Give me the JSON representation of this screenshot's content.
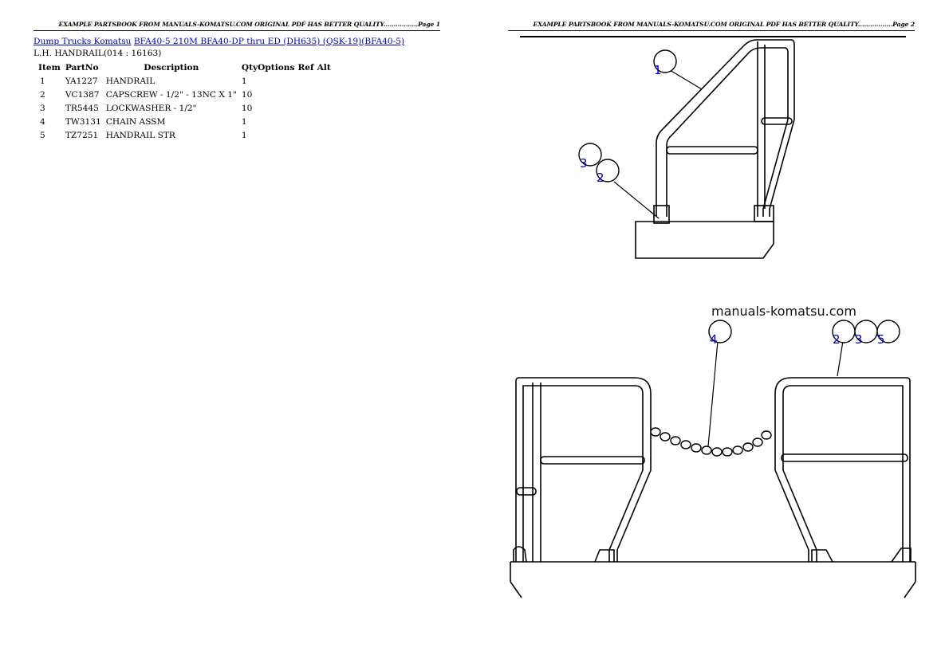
{
  "header": {
    "page1": "EXAMPLE PARTSBOOK FROM MANUALS-KOMATSU.COM ORIGINAL PDF HAS BETTER QUALITY.................Page 1",
    "page2": "EXAMPLE PARTSBOOK FROM MANUALS-KOMATSU.COM ORIGINAL PDF HAS BETTER QUALITY.................Page 2"
  },
  "breadcrumb": {
    "link1": "Dump Trucks Komatsu",
    "link2": "BFA40-5 210M BFA40-DP thru ED (DH635) (QSK-19)(BFA40-5)"
  },
  "subtitle": "L.H. HANDRAIL(014 : 16163)",
  "table": {
    "headers": [
      "Item",
      "PartNo",
      "Description",
      "Qty",
      "Options",
      "Ref",
      "Alt"
    ],
    "rows": [
      {
        "item": "1",
        "partno": "YA1227",
        "description": "HANDRAIL",
        "qty": "1"
      },
      {
        "item": "2",
        "partno": "VC1387",
        "description": "CAPSCREW - 1/2\" - 13NC X 1\"",
        "qty": "10"
      },
      {
        "item": "3",
        "partno": "TR5445",
        "description": "LOCKWASHER - 1/2\"",
        "qty": "10"
      },
      {
        "item": "4",
        "partno": "TW3131",
        "description": "CHAIN ASSM",
        "qty": "1"
      },
      {
        "item": "5",
        "partno": "TZ7251",
        "description": "HANDRAIL STR",
        "qty": "1"
      }
    ]
  },
  "figure": {
    "watermark": "manuals-komatsu.com",
    "callouts_top": [
      "1",
      "3",
      "2"
    ],
    "callouts_bottom": [
      "4",
      "2",
      "3",
      "5"
    ]
  },
  "colors": {
    "link": "#0000cc",
    "callout": "#0000cc",
    "line": "#000000"
  }
}
